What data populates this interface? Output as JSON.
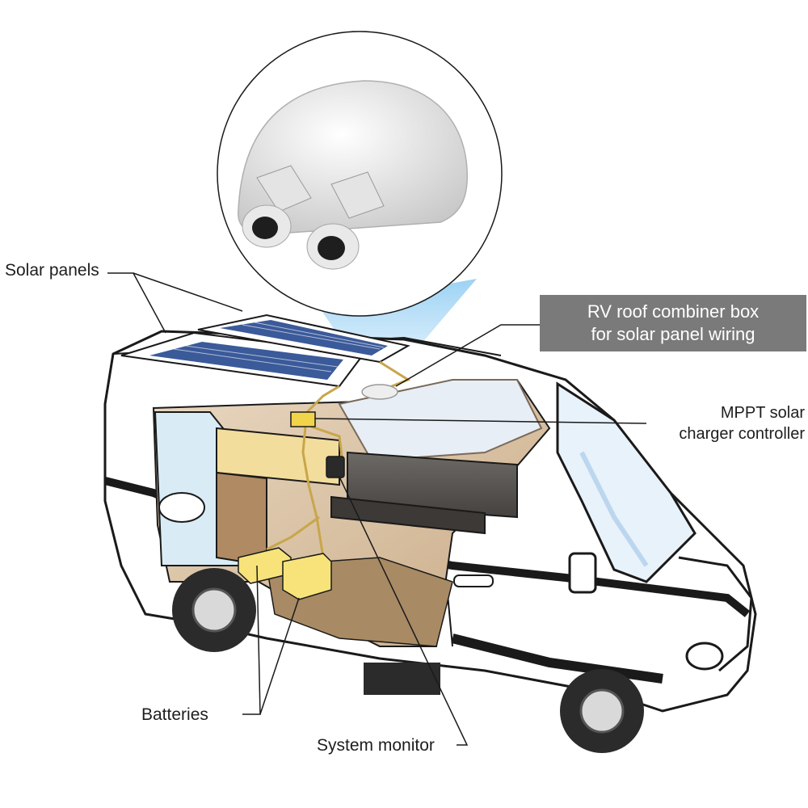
{
  "labels": {
    "solar_panels": "Solar panels",
    "combiner_box_line1": "RV roof combiner box",
    "combiner_box_line2": "for solar panel wiring",
    "mppt_line1": "MPPT solar",
    "mppt_line2": "charger controller",
    "batteries": "Batteries",
    "system_monitor": "System monitor"
  },
  "colors": {
    "callout_box": "#7a7a7a",
    "callout_text": "#ffffff",
    "label_text": "#1e1e1e",
    "highlight_beam": "#9fd4f5",
    "battery_yellow": "#f7e37a",
    "solar_panel_blue": "#3b5a9a",
    "van_body": "#ffffff",
    "van_stripe": "#1a1a1a"
  },
  "icons": [
    "combiner-box-photo",
    "solar-panel-icon",
    "battery-icon",
    "charger-controller-icon",
    "system-monitor-icon",
    "van-illustration"
  ]
}
